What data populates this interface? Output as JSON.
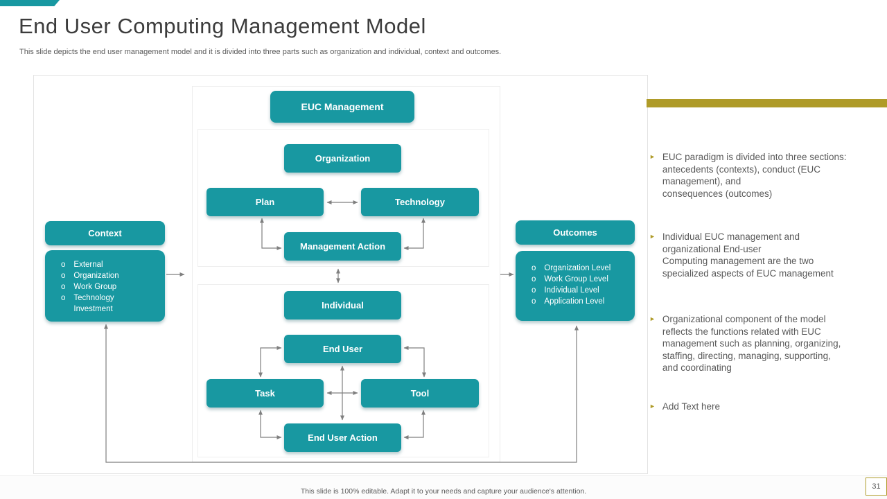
{
  "slide": {
    "title": "End User Computing Management Model",
    "subtitle": "This slide depicts the end user management model and it is divided into three parts such as organization and individual, context and outcomes.",
    "footer": "This slide is 100% editable. Adapt it to your needs and capture your audience's attention.",
    "page_number": "31"
  },
  "diagram": {
    "root": "EUC Management",
    "organization_group": {
      "header": "Organization",
      "nodes": {
        "plan": "Plan",
        "technology": "Technology",
        "management_action": "Management Action"
      }
    },
    "individual_group": {
      "header": "Individual",
      "nodes": {
        "end_user": "End User",
        "task": "Task",
        "tool": "Tool",
        "end_user_action": "End User Action"
      }
    },
    "context": {
      "header": "Context",
      "bullet_char": "o",
      "items": [
        "External",
        "Organization",
        "Work Group",
        "Technology Investment"
      ]
    },
    "outcomes": {
      "header": "Outcomes",
      "bullet_char": "o",
      "items": [
        "Organization Level",
        "Work Group Level",
        "Individual  Level",
        "Application Level"
      ]
    }
  },
  "right_panel": {
    "bullet_icon": "►",
    "bullets": [
      "EUC paradigm is divided into three sections:\nantecedents (contexts), conduct (EUC\nmanagement), and\nconsequences (outcomes)",
      "Individual EUC management and\norganizational End-user\nComputing management are the two\nspecialized aspects of EUC management",
      "Organizational component of the model\nreflects the functions related with EUC\nmanagement such as planning, organizing,\nstaffing, directing, managing, supporting,\nand coordinating",
      "Add Text here"
    ]
  },
  "colors": {
    "teal": "#1898A1",
    "gold": "#AF9B28",
    "text_gray": "#595959",
    "title_gray": "#3c3c3c",
    "connector_gray": "#7f7f7f"
  }
}
